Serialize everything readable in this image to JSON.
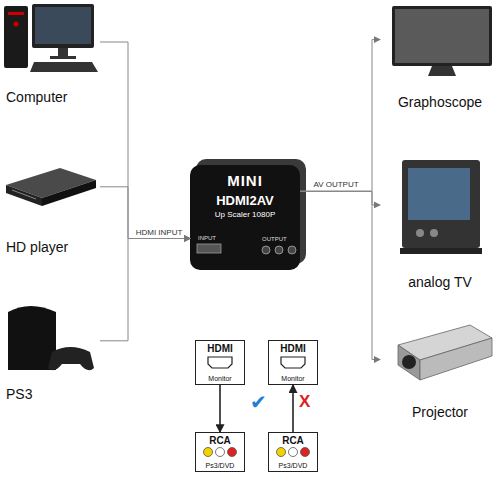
{
  "diagram": {
    "nodes": [
      {
        "text": [
          "Computer"
        ]
      },
      {
        "text": [
          "HD player"
        ]
      },
      {
        "text": [
          "PS3"
        ]
      },
      {
        "text": [
          "MINI",
          "HDMI2AV",
          "Up Scaler 1080P"
        ]
      },
      {
        "text": [
          "Graphoscope"
        ]
      },
      {
        "text": [
          "analog TV"
        ]
      },
      {
        "text": [
          "Projector"
        ]
      },
      {
        "text": [
          "HDMI",
          "Monitor"
        ]
      },
      {
        "text": [
          "RCA",
          "Ps3/DVD"
        ]
      },
      {
        "text": [
          "HDMI",
          "Monitor"
        ]
      },
      {
        "text": [
          "RCA",
          "Ps3/DVD"
        ]
      }
    ],
    "edges": [
      {
        "from": 0,
        "to": 3,
        "arrow": "to"
      },
      {
        "from": 1,
        "to": 3,
        "label": "HDMI INPUT",
        "arrow": "to"
      },
      {
        "from": 2,
        "to": 3,
        "arrow": "to"
      },
      {
        "from": 3,
        "to": 4,
        "label": "AV OUTPUT",
        "arrow": "to"
      },
      {
        "from": 3,
        "to": 5,
        "arrow": "to"
      },
      {
        "from": 3,
        "to": 6,
        "arrow": "to"
      },
      {
        "from": 7,
        "to": 8,
        "arrow": "to"
      },
      {
        "from": 10,
        "to": 9,
        "arrow": "to"
      }
    ],
    "labels": [
      "INPUT",
      "OUTPUT",
      "✔",
      "X"
    ]
  }
}
